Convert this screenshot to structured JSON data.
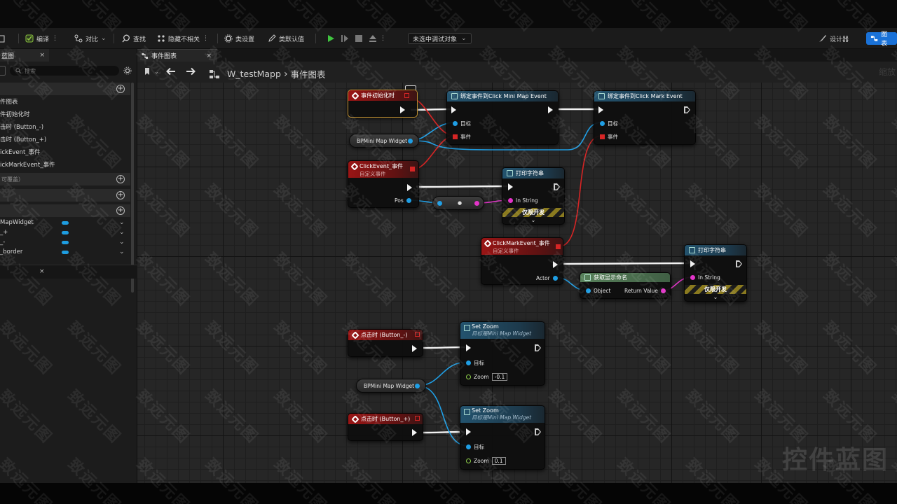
{
  "toolbar": {
    "compile": "编译",
    "diff": "对比",
    "find": "查找",
    "hide_unrelated": "隐藏不相关",
    "class_settings": "类设置",
    "class_defaults": "类默认值",
    "debug_object": "未选中调试对象",
    "designer": "设计器",
    "graph": "图表"
  },
  "left_panel": {
    "tab_label": "蓝图",
    "search_placeholder": "搜索",
    "graph_items": [
      {
        "label": "件图表"
      },
      {
        "label": "件初始化时"
      },
      {
        "label": "击时 (Button_-)"
      },
      {
        "label": "击时 (Button_+)"
      },
      {
        "label": "ickEvent_事件"
      },
      {
        "label": "ickMarkEvent_事件"
      }
    ],
    "overridable": "可覆盖）",
    "variables": [
      {
        "label": "MapWidget"
      },
      {
        "label": "_+"
      },
      {
        "label": "_-"
      },
      {
        "label": "_border"
      }
    ]
  },
  "graph_tab": {
    "label": "事件图表"
  },
  "breadcrumb": {
    "blueprint": "W_testMapp",
    "graph": "事件图表",
    "zoom": "缩放"
  },
  "nodes": {
    "event_init": {
      "title": "事件初始化时"
    },
    "bind1": {
      "title": "绑定事件到Click Mini Map Event",
      "pin_target": "目标",
      "pin_event": "事件"
    },
    "bind2": {
      "title": "绑定事件到Click Mark Event",
      "pin_target": "目标",
      "pin_event": "事件"
    },
    "var_minimap_1": {
      "label": "BPMini Map Widget"
    },
    "click_event": {
      "title": "ClickEvent_事件",
      "subtitle": "自定义事件",
      "pin_pos": "Pos"
    },
    "print1": {
      "title": "打印字符串",
      "pin_in": "In String",
      "dev_only": "仅限开发"
    },
    "click_mark": {
      "title": "ClickMarkEvent_事件",
      "subtitle": "自定义事件",
      "pin_actor": "Actor"
    },
    "get_display_name": {
      "title": "获取显示命名",
      "pin_object": "Object",
      "pin_return": "Return Value"
    },
    "print2": {
      "title": "打印字符串",
      "pin_in": "In String",
      "dev_only": "仅限开发"
    },
    "click_minus": {
      "title": "点击时 (Button_-)"
    },
    "set_zoom1": {
      "title": "Set Zoom",
      "subtitle": "目标是Mini Map Widget",
      "pin_target": "目标",
      "pin_zoom": "Zoom",
      "zoom_value": "-0.1"
    },
    "var_minimap_2": {
      "label": "BPMini Map Widget"
    },
    "click_plus": {
      "title": "点击时 (Button_+)"
    },
    "set_zoom2": {
      "title": "Set Zoom",
      "subtitle": "目标是Mini Map Widget",
      "pin_target": "目标",
      "pin_zoom": "Zoom",
      "zoom_value": "0.1"
    }
  },
  "watermark": {
    "text": "致远元图",
    "big_text": "控件蓝图"
  },
  "colors": {
    "exec": "#f2f2f2",
    "object": "#1f9ee4",
    "delegate": "#d62525",
    "string": "#e234c8",
    "accent": "#1a72d8"
  }
}
